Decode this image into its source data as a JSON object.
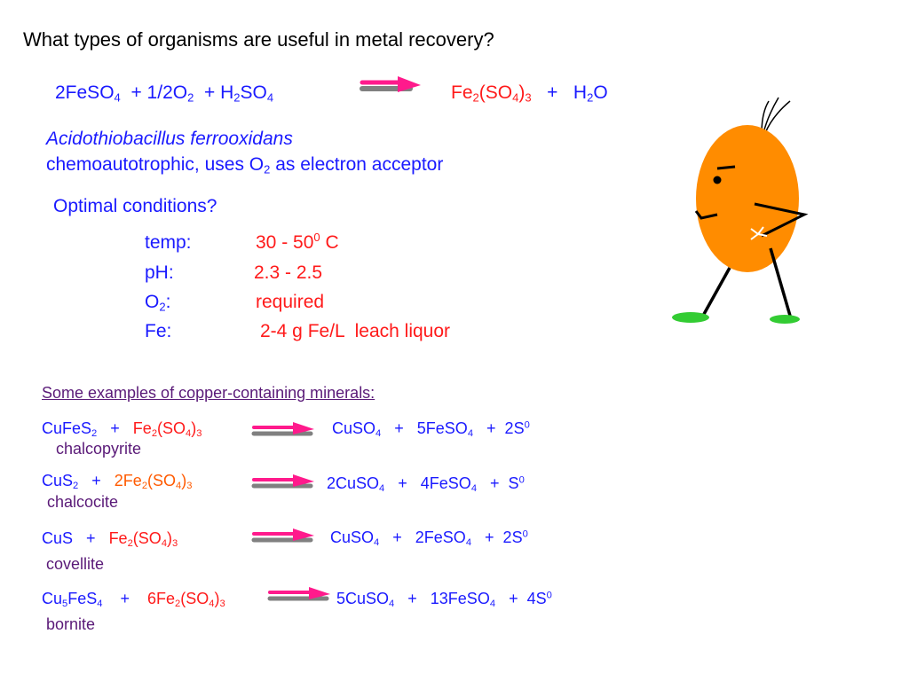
{
  "question": "What types of organisms are useful in metal recovery?",
  "main_reaction": {
    "lhs": {
      "a": "2FeSO",
      "a_sub": "4",
      "b": "+ 1/2O",
      "b_sub": "2",
      "c": "+ H",
      "c_sub": "2",
      "d": "SO",
      "d_sub": "4"
    },
    "rhs": {
      "a": "Fe",
      "a_sub": "2",
      "b": "(SO",
      "b_sub": "4",
      "c": ")",
      "c_sub": "3",
      "d": "+",
      "e": "H",
      "e_sub": "2",
      "f": "O"
    }
  },
  "organism": {
    "name": "Acidothiobacillus ferrooxidans",
    "desc_a": "chemoautotrophic, uses O",
    "desc_sub": "2",
    "desc_b": "as electron acceptor"
  },
  "conditions": {
    "heading": "Optimal conditions?",
    "temp": {
      "label": "temp:",
      "value_a": "30 - 50",
      "value_sup": "0",
      "value_b": "C"
    },
    "ph": {
      "label": "pH:",
      "value": "2.3 - 2.5"
    },
    "o2": {
      "label_a": "O",
      "label_sub": "2",
      "label_b": ":",
      "value": "required"
    },
    "fe": {
      "label": "Fe:",
      "value": "2-4 g Fe/L  leach liquor"
    }
  },
  "examples_heading": "Some examples of copper-containing minerals:",
  "reactions": [
    {
      "mineral": "chalcopyrite",
      "r1": "CuFeS",
      "r1_sub": "2",
      "plus": "+",
      "ox_a": "Fe",
      "ox_sub1": "2",
      "ox_b": "(SO",
      "ox_sub2": "4",
      "ox_c": ")",
      "ox_sub3": "3",
      "p1": "CuSO",
      "p1_sub": "4",
      "p2": "+   5FeSO",
      "p2_sub": "4",
      "p3": "+  2S",
      "p3_sup": "0"
    },
    {
      "mineral": "chalcocite",
      "r1": "CuS",
      "r1_sub": "2",
      "plus": "+",
      "ox_a": "2Fe",
      "ox_sub1": "2",
      "ox_b": "(SO",
      "ox_sub2": "4",
      "ox_c": ")",
      "ox_sub3": "3",
      "p1": "2CuSO",
      "p1_sub": "4",
      "p2": "+   4FeSO",
      "p2_sub": "4",
      "p3": "+  S",
      "p3_sup": "0"
    },
    {
      "mineral": "covellite",
      "r1": "CuS",
      "r1_sub": "",
      "plus": "+",
      "ox_a": "Fe",
      "ox_sub1": "2",
      "ox_b": "(SO",
      "ox_sub2": "4",
      "ox_c": ")",
      "ox_sub3": "3",
      "p1": "CuSO",
      "p1_sub": "4",
      "p2": "+   2FeSO",
      "p2_sub": "4",
      "p3": "+  2S",
      "p3_sup": "0"
    },
    {
      "mineral": "bornite",
      "r1a": "Cu",
      "r1a_sub": "5",
      "r1b": "FeS",
      "r1b_sub": "4",
      "plus": "+",
      "ox_a": "6Fe",
      "ox_sub1": "2",
      "ox_b": "(SO",
      "ox_sub2": "4",
      "ox_c": ")",
      "ox_sub3": "3",
      "p1": "5CuSO",
      "p1_sub": "4",
      "p2": "+   13FeSO",
      "p2_sub": "4",
      "p3": "+  4S",
      "p3_sup": "0"
    }
  ],
  "colors": {
    "blue": "#1a1aff",
    "red": "#ff1a1a",
    "purple": "#5a1a78",
    "orange": "#ff5a00",
    "bacterium": "#ff8c00",
    "feet": "#33cc33",
    "arrow_pink": "#ff1a8c",
    "arrow_gray": "#808080"
  },
  "icons": {
    "arrow": "reaction-arrow-icon",
    "bacterium": "bacterium-cartoon-icon"
  }
}
